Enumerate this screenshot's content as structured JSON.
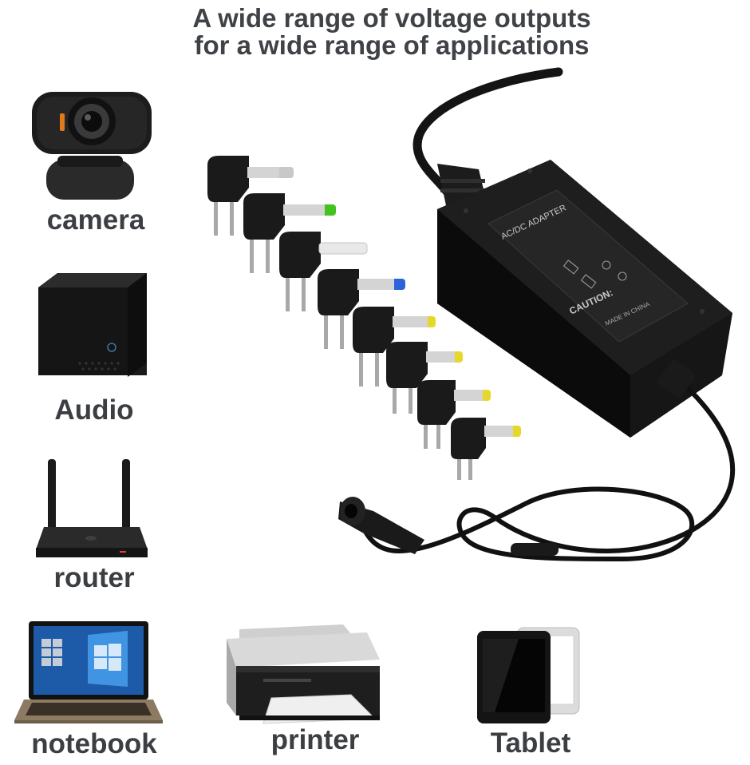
{
  "headline": {
    "line1": "A wide range of voltage outputs",
    "line2": "for a wide range of applications"
  },
  "devices": {
    "camera": "camera",
    "audio": "Audio",
    "router": "router",
    "notebook": "notebook",
    "printer": "printer",
    "tablet": "Tablet"
  },
  "adapter": {
    "model_label": "AC/DC ADAPTER",
    "caution_label": "CAUTION:",
    "origin_label": "MADE IN CHINA"
  },
  "tip_colors": [
    "#c8c8c8",
    "#44c21f",
    "#e8e8e8",
    "#2b63d8",
    "#e6d82a",
    "#e6d82a",
    "#e6d82a",
    "#e6d82a"
  ],
  "product_image": {
    "icon": "power-adapter-icon"
  }
}
